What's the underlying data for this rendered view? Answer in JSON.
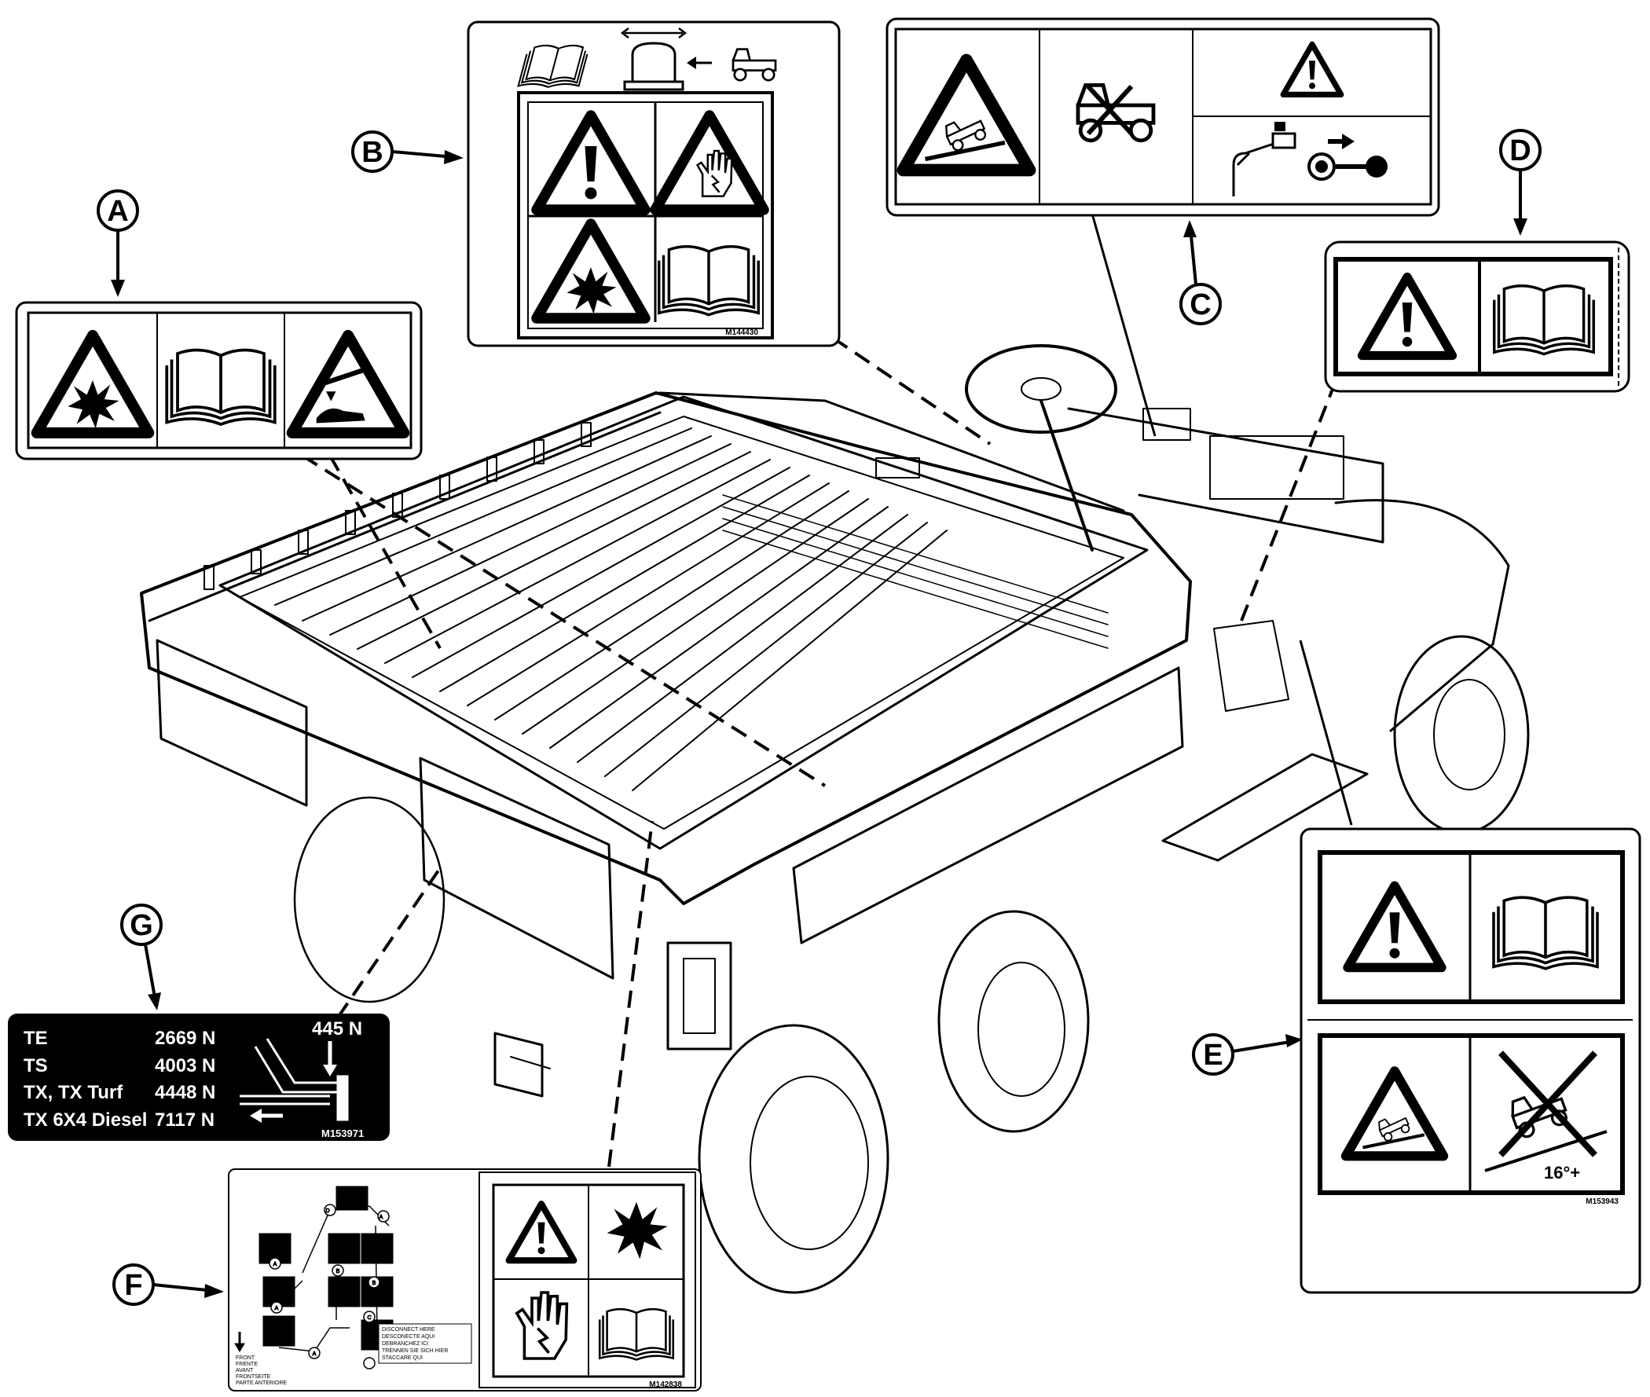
{
  "callouts": {
    "A": "A",
    "B": "B",
    "C": "C",
    "D": "D",
    "E": "E",
    "F": "F",
    "G": "G"
  },
  "decal_codes": {
    "B": "M144430",
    "E": "M153943",
    "F": "M142838",
    "G": "M153971"
  },
  "decal_e": {
    "slope_label": "16°+"
  },
  "decal_f": {
    "terminal_labels": [
      "A",
      "B",
      "C",
      "D"
    ],
    "front_text": [
      "FRONT",
      "FRENTE",
      "AVANT",
      "FRONTSEITE",
      "PARTE ANTERIORE"
    ],
    "disconnect_text": [
      "DISCONNECT HERE",
      "DESCONECTE AQUI",
      "DEBRANCHEZ ICI",
      "TRENNEN SIE SICH HIER",
      "STACCARE QUI"
    ]
  },
  "decal_g": {
    "force_label": "445 N",
    "rows": [
      {
        "model": "TE",
        "force": "2669 N"
      },
      {
        "model": "TS",
        "force": "4003 N"
      },
      {
        "model": "TX, TX Turf",
        "force": "4448 N"
      },
      {
        "model": "TX 6X4 Diesel",
        "force": "7117 N"
      }
    ]
  },
  "icons": [
    "explosion-warning-icon",
    "operator-manual-icon",
    "acid-burn-warning-icon",
    "general-warning-icon",
    "hand-shock-warning-icon",
    "beacon-icon",
    "utility-vehicle-icon",
    "rollover-warning-icon",
    "no-riders-icon",
    "parking-brake-icon",
    "key-remove-icon",
    "no-steep-slope-icon"
  ]
}
